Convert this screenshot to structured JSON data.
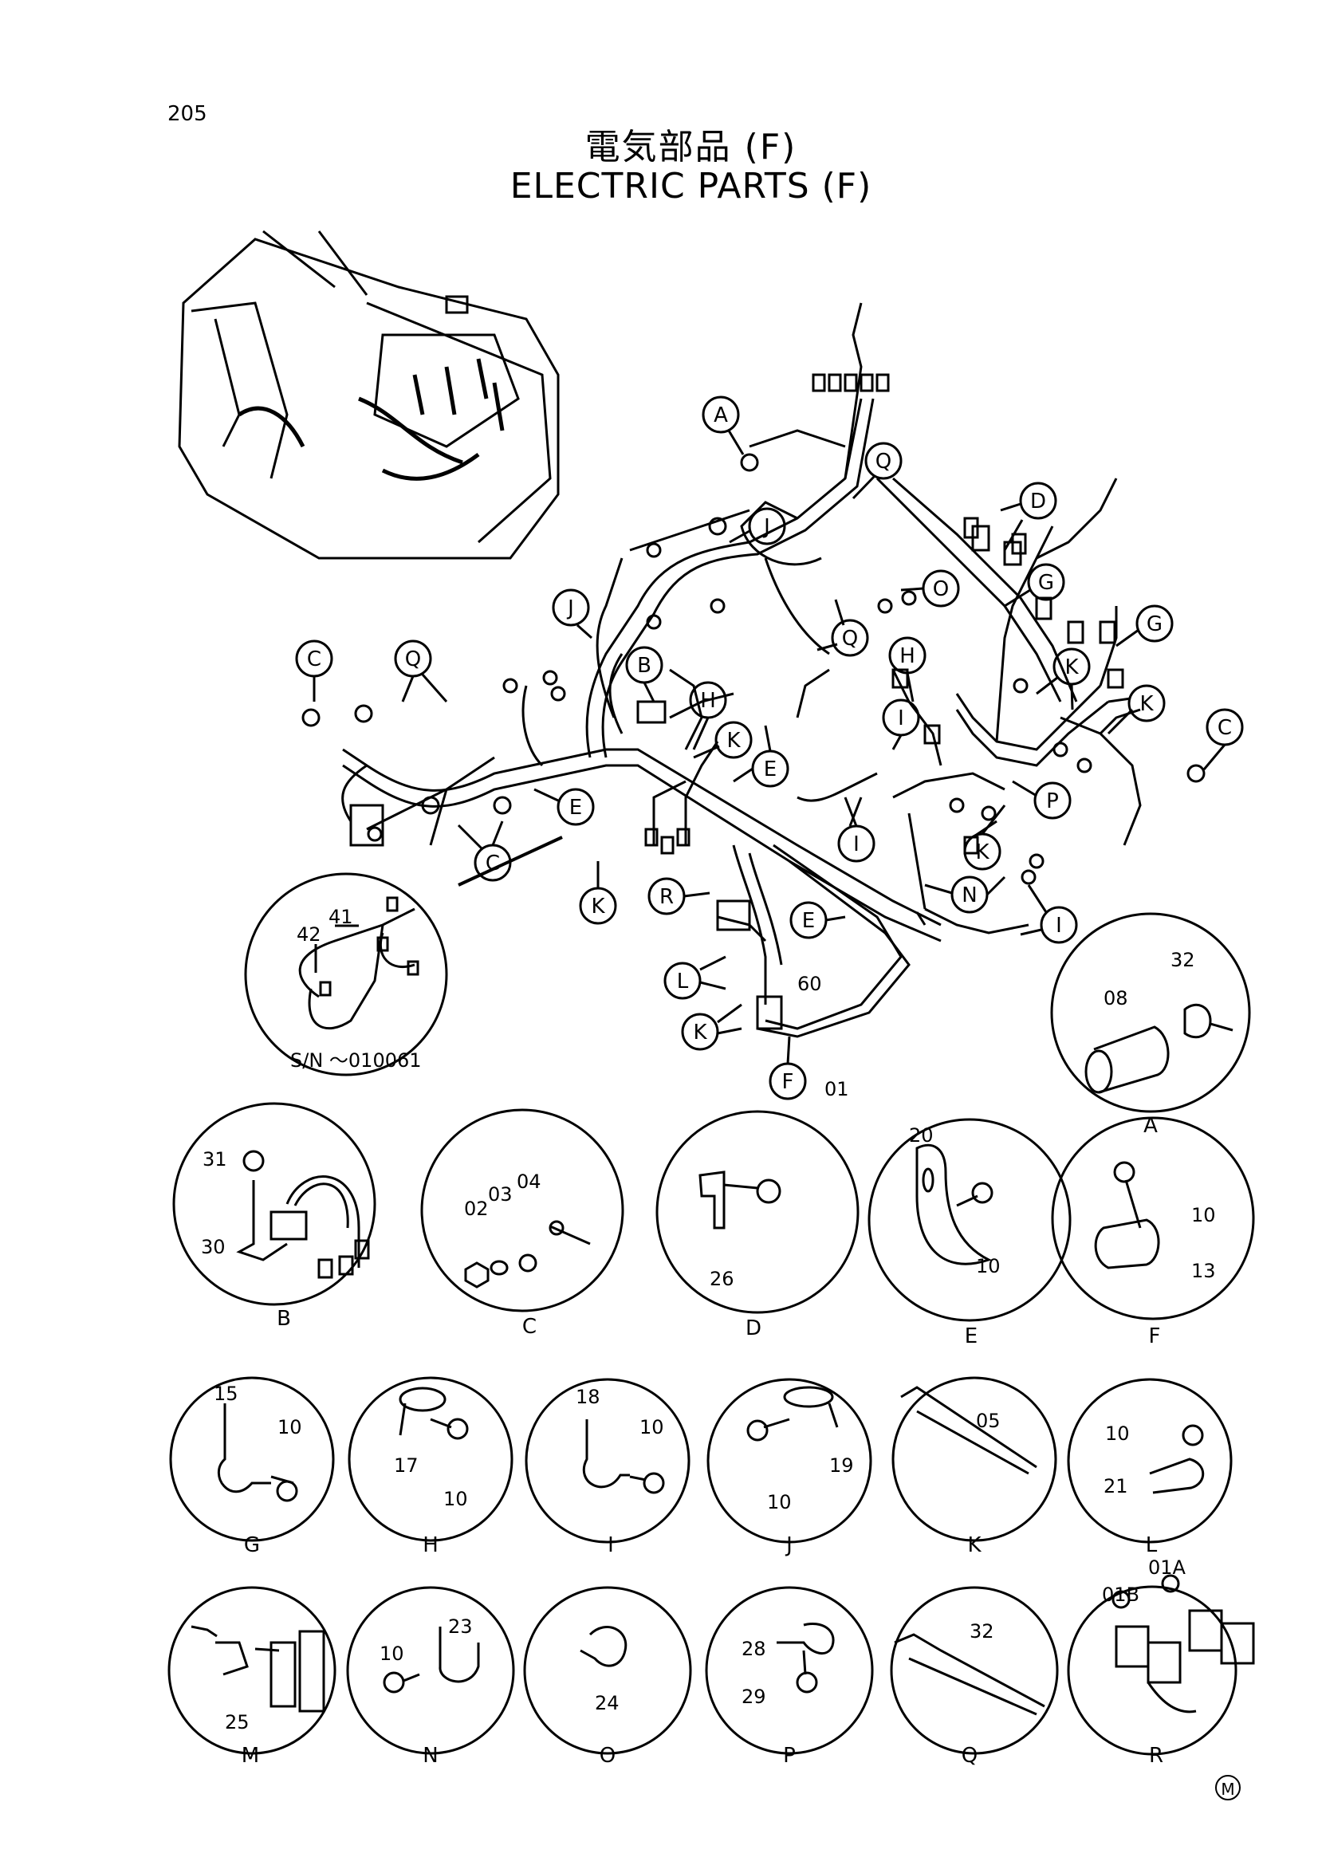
{
  "page_number": "205",
  "title_jp": "電気部品 (F)",
  "title_en": "ELECTRIC PARTS (F)",
  "main_callouts": [
    {
      "id": "A",
      "letter": "A"
    },
    {
      "id": "Q1",
      "letter": "Q"
    },
    {
      "id": "J1",
      "letter": "J"
    },
    {
      "id": "D1",
      "letter": "D"
    },
    {
      "id": "O1",
      "letter": "O"
    },
    {
      "id": "G1",
      "letter": "G"
    },
    {
      "id": "G2",
      "letter": "G"
    },
    {
      "id": "J2",
      "letter": "J"
    },
    {
      "id": "Q2",
      "letter": "Q"
    },
    {
      "id": "C1",
      "letter": "C"
    },
    {
      "id": "Q3",
      "letter": "Q"
    },
    {
      "id": "B1",
      "letter": "B"
    },
    {
      "id": "H1",
      "letter": "H"
    },
    {
      "id": "H2",
      "letter": "H"
    },
    {
      "id": "K1",
      "letter": "K"
    },
    {
      "id": "K2",
      "letter": "K"
    },
    {
      "id": "K3",
      "letter": "K"
    },
    {
      "id": "I1",
      "letter": "I"
    },
    {
      "id": "E1",
      "letter": "E"
    },
    {
      "id": "E2",
      "letter": "E"
    },
    {
      "id": "C2",
      "letter": "C"
    },
    {
      "id": "C3",
      "letter": "C"
    },
    {
      "id": "P1",
      "letter": "P"
    },
    {
      "id": "I2",
      "letter": "I"
    },
    {
      "id": "K4",
      "letter": "K"
    },
    {
      "id": "K5",
      "letter": "K"
    },
    {
      "id": "R1",
      "letter": "R"
    },
    {
      "id": "N1",
      "letter": "N"
    },
    {
      "id": "E3",
      "letter": "E"
    },
    {
      "id": "I3",
      "letter": "I"
    },
    {
      "id": "L1",
      "letter": "L"
    },
    {
      "id": "K6",
      "letter": "K"
    },
    {
      "id": "F1",
      "letter": "F"
    }
  ],
  "main_part_numbers": [
    "60",
    "01"
  ],
  "serial_inset": {
    "parts": [
      "41",
      "42"
    ],
    "serial": "S/N ～010061"
  },
  "details": [
    {
      "letter": "A",
      "parts": [
        "08",
        "32"
      ]
    },
    {
      "letter": "B",
      "parts": [
        "31",
        "30"
      ]
    },
    {
      "letter": "C",
      "parts": [
        "02",
        "03",
        "04"
      ]
    },
    {
      "letter": "D",
      "parts": [
        "26"
      ]
    },
    {
      "letter": "E",
      "parts": [
        "20",
        "10"
      ]
    },
    {
      "letter": "F",
      "parts": [
        "10",
        "13"
      ]
    },
    {
      "letter": "G",
      "parts": [
        "15",
        "10"
      ]
    },
    {
      "letter": "H",
      "parts": [
        "17",
        "10"
      ]
    },
    {
      "letter": "I",
      "parts": [
        "18",
        "10"
      ]
    },
    {
      "letter": "J",
      "parts": [
        "10",
        "19"
      ]
    },
    {
      "letter": "K",
      "parts": [
        "05"
      ]
    },
    {
      "letter": "L",
      "parts": [
        "10",
        "21"
      ]
    },
    {
      "letter": "M",
      "parts": [
        "25"
      ]
    },
    {
      "letter": "N",
      "parts": [
        "10",
        "23"
      ]
    },
    {
      "letter": "O",
      "parts": [
        "24"
      ]
    },
    {
      "letter": "P",
      "parts": [
        "28",
        "29"
      ]
    },
    {
      "letter": "Q",
      "parts": [
        "32"
      ]
    },
    {
      "letter": "R",
      "parts": [
        "01B",
        "01A"
      ]
    }
  ],
  "corner_mark": "M"
}
